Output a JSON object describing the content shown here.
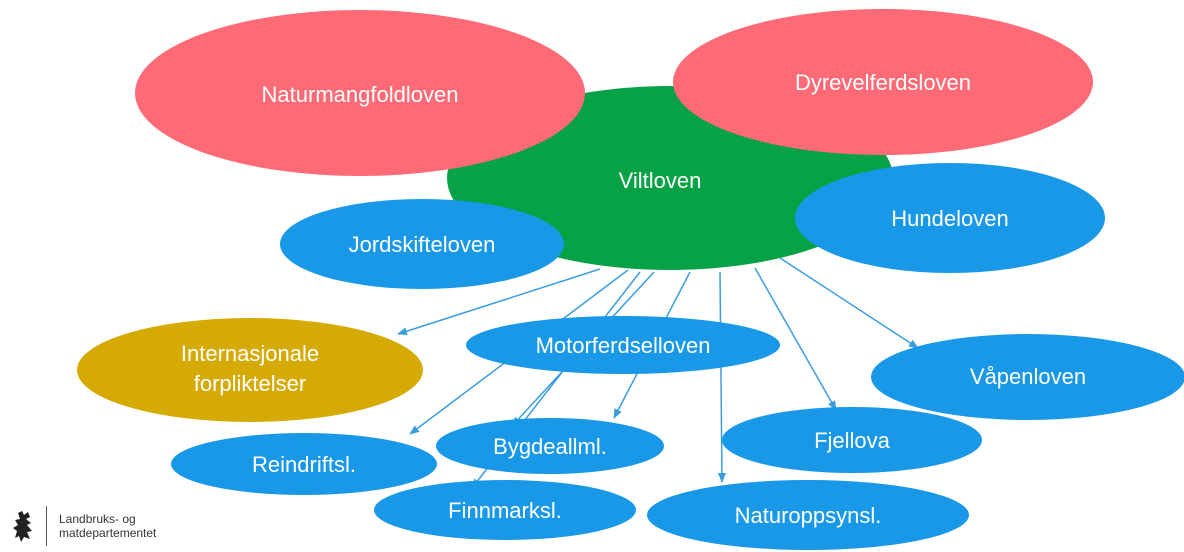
{
  "colors": {
    "red": "#fe6a76",
    "green": "#07a146",
    "blue": "#1998e8",
    "gold": "#d6aa05",
    "arrow": "#3a9de0"
  },
  "nodes": {
    "naturmangfoldloven": "Naturmangfoldloven",
    "dyrevelferdsloven": "Dyrevelferdsloven",
    "viltloven": "Viltloven",
    "hundeloven": "Hundeloven",
    "jordskifteloven": "Jordskifteloven",
    "internasjonale_line1": "Internasjonale",
    "internasjonale_line2": "forpliktelser",
    "motorferdselloven": "Motorferdselloven",
    "vapenloven": "Våpenloven",
    "fjellova": "Fjellova",
    "bygdeallml": "Bygdeallml.",
    "reindriftsl": "Reindriftsl.",
    "finnmarksl": "Finnmarksl.",
    "naturoppsynsl": "Naturoppsynsl."
  },
  "logo": {
    "line1": "Landbruks- og",
    "line2": "matdepartementet",
    "icon": "lion-coat-of-arms-icon"
  }
}
